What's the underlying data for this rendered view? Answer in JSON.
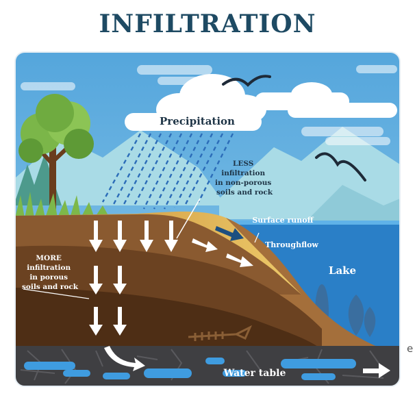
{
  "title": "INFILTRATION",
  "labels": {
    "precipitation": "Precipitation",
    "less_infiltration": [
      "LESS",
      "infiltration",
      "in non-porous",
      "soils and rock"
    ],
    "more_infiltration": [
      "MORE",
      "infiltration",
      "in porous",
      "soils and rock"
    ],
    "surface_runoff": "Surface runoff",
    "throughflow": "Throughflow",
    "lake": "Lake",
    "water_table": "Water table"
  },
  "edge_glyph": "e",
  "colors": {
    "title": "#1e4a63",
    "sky": "#58a9dd",
    "lake": "#2a7fc7",
    "topsoil": "#8a5a30",
    "subsoil": "#5a3418",
    "bedrock": "#3f3f42",
    "sand": "#e7c060",
    "groundwater": "#3f9ce0"
  }
}
